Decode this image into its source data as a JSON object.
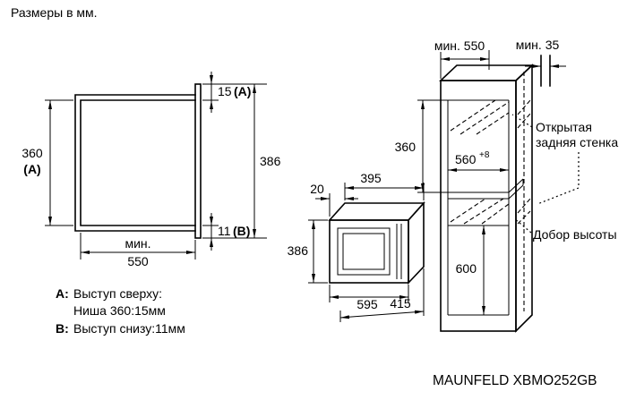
{
  "title": "Размеры в мм.",
  "model": "MAUNFELD XBMO252GB",
  "niche_view": {
    "height": "360",
    "height_letter": "(А)",
    "width_min": "мин.",
    "width_value": "550",
    "top_gap": "15",
    "top_letter": "(А)",
    "front_height": "386",
    "bottom_gap": "11",
    "bottom_letter": "(В)"
  },
  "notes": {
    "a_key": "А:",
    "a_line1": "Выступ сверху:",
    "a_line2": "Ниша 360:15мм",
    "b_key": "В:",
    "b_line1": "Выступ снизу:11мм"
  },
  "oven_view": {
    "body_depth": "395",
    "door_depth": "20",
    "height": "386",
    "width": "595",
    "total_depth": "415"
  },
  "cabinet_view": {
    "depth_min": "мин. 550",
    "rear_gap_min": "мин. 35",
    "niche_height": "360",
    "inner_width": "560",
    "inner_width_tol": "+8",
    "bottom_height": "600",
    "open_back_line1": "Открытая",
    "open_back_line2": "задняя стенка",
    "filler_label": "Добор высоты"
  }
}
